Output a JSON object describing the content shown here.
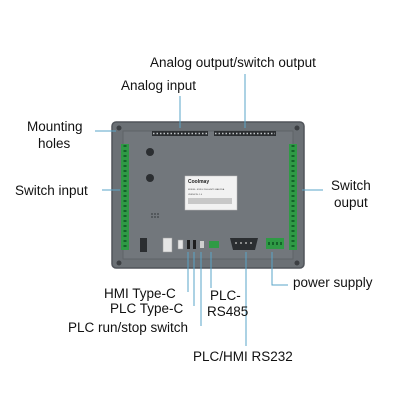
{
  "labels": {
    "analog_output": "Analog output/switch output",
    "analog_input": "Analog input",
    "mounting_holes_1": "Mounting",
    "mounting_holes_2": "holes",
    "switch_input": "Switch input",
    "switch_output_1": "Switch",
    "switch_output_2": "ouput",
    "power_supply": "power supply",
    "hmi_type_c": "HMI Type-C",
    "plc_type_c": "PLC Type-C",
    "plc_rs485_1": "PLC-",
    "plc_rs485_2": "RS485",
    "plc_run_stop": "PLC run/stop switch",
    "plc_hmi_rs232": "PLC/HMI RS232"
  },
  "device": {
    "brand": "Coolmay",
    "model": "MODEL: EX3G-70H-44MT-16AD2DA",
    "voltage": "VERSION: 1.0"
  },
  "colors": {
    "housing": "#6b7075",
    "housing_edge": "#50545a",
    "terminal": "#2f9a45",
    "accent_line": "#5aa5c8",
    "label_text": "#111111",
    "sticker": "#f2f2f2"
  }
}
